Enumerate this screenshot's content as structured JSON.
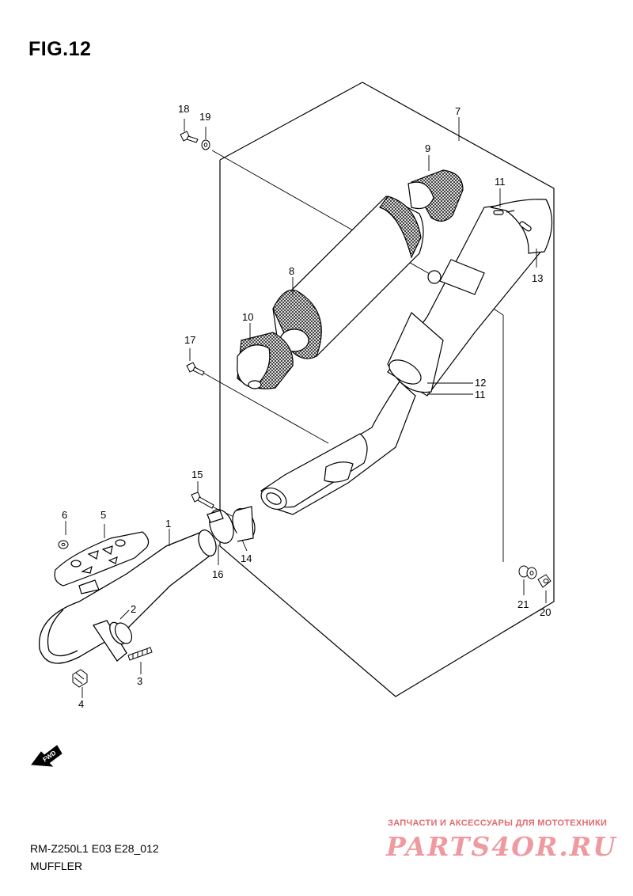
{
  "figure": {
    "title": "FIG.12",
    "model_code": "RM-Z250L1  E03  E28_012",
    "name": "MUFFLER"
  },
  "callouts": {
    "c1": "1",
    "c2": "2",
    "c3": "3",
    "c4": "4",
    "c5": "5",
    "c6": "6",
    "c7": "7",
    "c8": "8",
    "c9": "9",
    "c10": "10",
    "c11a": "11",
    "c11b": "11",
    "c12": "12",
    "c13": "13",
    "c14": "14",
    "c15": "15",
    "c16": "16",
    "c17": "17",
    "c18": "18",
    "c19": "19",
    "c20": "20",
    "c21": "21"
  },
  "fwd_marker": "FWD",
  "watermark": {
    "tagline": "ЗАПЧАСТИ И АКСЕССУАРЫ ДЛЯ МОТОТЕХНИКИ",
    "logo": "PARTS4OR.RU"
  }
}
